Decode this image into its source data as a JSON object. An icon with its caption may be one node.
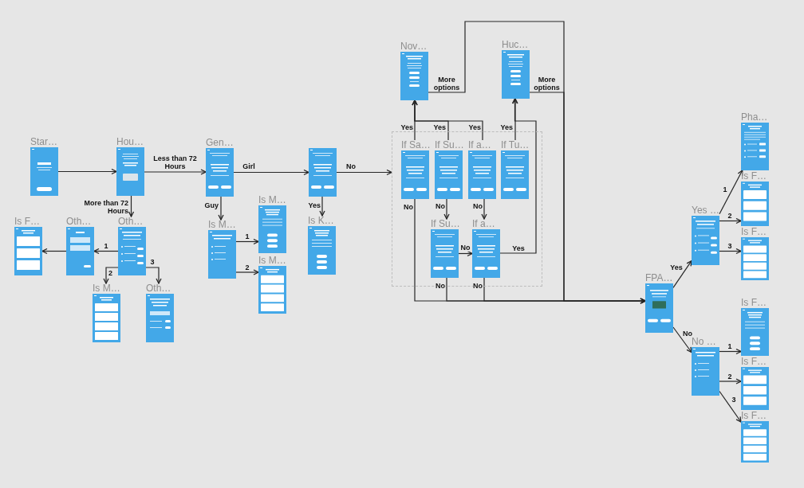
{
  "diagram": {
    "nodes": [
      {
        "text": [
          "Star…"
        ]
      },
      {
        "text": [
          "Hou…"
        ]
      },
      {
        "text": [
          "Gen…"
        ]
      },
      {
        "text": [],
        "shape": "picture"
      },
      {
        "text": [
          "Oth…"
        ]
      },
      {
        "text": [
          "Oth…"
        ]
      },
      {
        "text": [
          "Is F…"
        ]
      },
      {
        "text": [
          "Is M…"
        ]
      },
      {
        "text": [
          "Oth…"
        ]
      },
      {
        "text": [
          "Is M…"
        ]
      },
      {
        "text": [
          "Is M…"
        ]
      },
      {
        "text": [
          "Is M…"
        ]
      },
      {
        "text": [
          "Is K…"
        ]
      },
      {
        "text": [
          "Nov…"
        ]
      },
      {
        "text": [
          "Huc…"
        ]
      },
      {
        "text": [],
        "shape": "box"
      },
      {
        "text": [
          "If Sa…"
        ],
        "in": 15
      },
      {
        "text": [
          "If Su…"
        ],
        "in": 15
      },
      {
        "text": [
          "If a…"
        ],
        "in": 15
      },
      {
        "text": [
          "If Tu…"
        ],
        "in": 15
      },
      {
        "text": [
          "If Su…"
        ],
        "in": 15
      },
      {
        "text": [
          "If a…"
        ],
        "in": 15
      },
      {
        "text": [
          "FPA…"
        ]
      },
      {
        "text": [
          "Yes …"
        ]
      },
      {
        "text": [
          "No …"
        ]
      },
      {
        "text": [
          "Pha…"
        ]
      },
      {
        "text": [
          "Is F…"
        ]
      },
      {
        "text": [
          "Is F…"
        ]
      },
      {
        "text": [
          "Is F…"
        ]
      },
      {
        "text": [
          "Is F…"
        ]
      },
      {
        "text": [
          "Is F…"
        ]
      }
    ],
    "edges": [
      {
        "from": 0,
        "to": 1,
        "arrow": "to"
      },
      {
        "from": 1,
        "to": 2,
        "arrow": "to",
        "label": "Less than 72 Hours"
      },
      {
        "from": 1,
        "to": 4,
        "arrow": "to",
        "label": "More than 72 Hours"
      },
      {
        "from": 2,
        "to": 3,
        "arrow": "to",
        "label": "Girl"
      },
      {
        "from": 2,
        "to": 9,
        "arrow": "to",
        "label": "Guy"
      },
      {
        "from": 3,
        "to": 15,
        "arrow": "to",
        "label": "No"
      },
      {
        "from": 3,
        "to": 12,
        "arrow": "to",
        "label": "Yes"
      },
      {
        "from": 4,
        "to": 5,
        "arrow": "to",
        "label": "1"
      },
      {
        "from": 5,
        "to": 6,
        "arrow": "to"
      },
      {
        "from": 4,
        "to": 7,
        "arrow": "to",
        "label": "2"
      },
      {
        "from": 4,
        "to": 8,
        "arrow": "to",
        "label": "3"
      },
      {
        "from": 9,
        "to": 10,
        "arrow": "to",
        "label": "1"
      },
      {
        "from": 9,
        "to": 11,
        "arrow": "to",
        "label": "2"
      },
      {
        "from": 16,
        "to": 13,
        "arrow": "to",
        "label": "Yes"
      },
      {
        "from": 17,
        "to": 13,
        "arrow": "to",
        "label": "Yes"
      },
      {
        "from": 18,
        "to": 13,
        "arrow": "to",
        "label": "Yes"
      },
      {
        "from": 19,
        "to": 14,
        "arrow": "to",
        "label": "Yes"
      },
      {
        "from": 21,
        "to": 14,
        "arrow": "to",
        "label": "Yes"
      },
      {
        "from": 20,
        "to": 21,
        "arrow": "to",
        "label": "No"
      },
      {
        "from": 17,
        "to": 20,
        "arrow": "to",
        "label": "No"
      },
      {
        "from": 18,
        "to": 21,
        "arrow": "to",
        "label": "No"
      },
      {
        "from": 16,
        "to": 22,
        "arrow": "to",
        "label": "No"
      },
      {
        "from": 20,
        "to": 22,
        "arrow": "to",
        "label": "No"
      },
      {
        "from": 21,
        "to": 22,
        "arrow": "to",
        "label": "No"
      },
      {
        "from": 13,
        "to": 22,
        "arrow": "to",
        "label": "More options"
      },
      {
        "from": 14,
        "to": 22,
        "arrow": "to",
        "label": "More options"
      },
      {
        "from": 22,
        "to": 23,
        "arrow": "to",
        "label": "Yes"
      },
      {
        "from": 22,
        "to": 24,
        "arrow": "to",
        "label": "No"
      },
      {
        "from": 23,
        "to": 25,
        "arrow": "to",
        "label": "1"
      },
      {
        "from": 23,
        "to": 26,
        "arrow": "to",
        "label": "2"
      },
      {
        "from": 23,
        "to": 27,
        "arrow": "to",
        "label": "3"
      },
      {
        "from": 24,
        "to": 28,
        "arrow": "to",
        "label": "1"
      },
      {
        "from": 24,
        "to": 29,
        "arrow": "to",
        "label": "2"
      },
      {
        "from": 24,
        "to": 30,
        "arrow": "to",
        "label": "3"
      }
    ]
  }
}
